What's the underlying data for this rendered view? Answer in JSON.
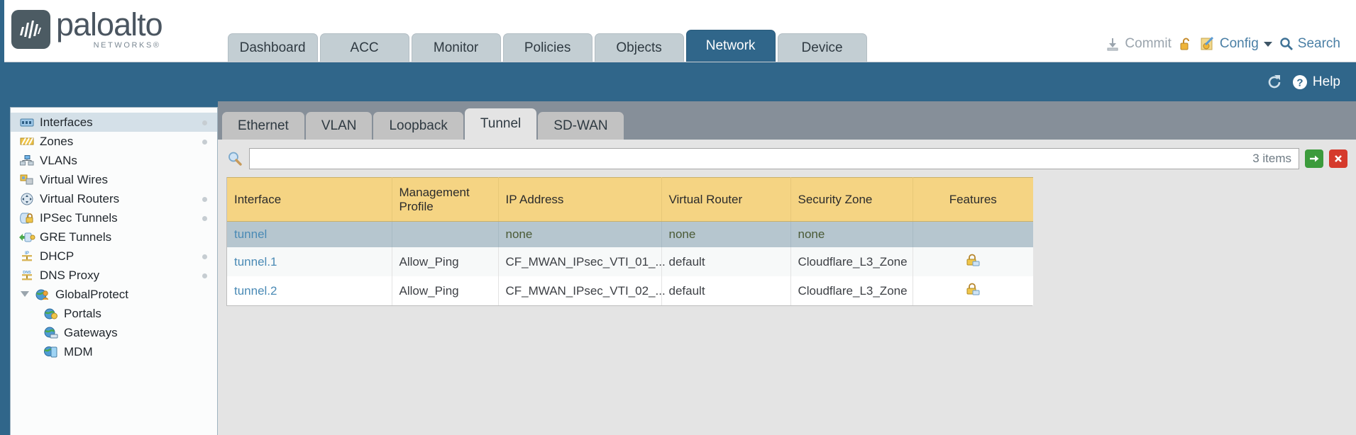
{
  "brand": {
    "word": "paloalto",
    "sub": "NETWORKS®"
  },
  "header": {
    "tabs": [
      {
        "label": "Dashboard",
        "active": false
      },
      {
        "label": "ACC",
        "active": false
      },
      {
        "label": "Monitor",
        "active": false
      },
      {
        "label": "Policies",
        "active": false
      },
      {
        "label": "Objects",
        "active": false
      },
      {
        "label": "Network",
        "active": true
      },
      {
        "label": "Device",
        "active": false
      }
    ],
    "commit_label": "Commit",
    "config_label": "Config",
    "search_label": "Search",
    "help_label": "Help"
  },
  "sidebar": {
    "items": [
      {
        "label": "Interfaces",
        "icon": "interfaces-icon",
        "selected": true,
        "dot": true,
        "child": false,
        "caret": false
      },
      {
        "label": "Zones",
        "icon": "zones-icon",
        "selected": false,
        "dot": true,
        "child": false,
        "caret": false
      },
      {
        "label": "VLANs",
        "icon": "vlans-icon",
        "selected": false,
        "dot": false,
        "child": false,
        "caret": false
      },
      {
        "label": "Virtual Wires",
        "icon": "virtual-wires-icon",
        "selected": false,
        "dot": false,
        "child": false,
        "caret": false
      },
      {
        "label": "Virtual Routers",
        "icon": "virtual-routers-icon",
        "selected": false,
        "dot": true,
        "child": false,
        "caret": false
      },
      {
        "label": "IPSec Tunnels",
        "icon": "ipsec-tunnels-icon",
        "selected": false,
        "dot": true,
        "child": false,
        "caret": false
      },
      {
        "label": "GRE Tunnels",
        "icon": "gre-tunnels-icon",
        "selected": false,
        "dot": false,
        "child": false,
        "caret": false
      },
      {
        "label": "DHCP",
        "icon": "dhcp-icon",
        "selected": false,
        "dot": true,
        "child": false,
        "caret": false
      },
      {
        "label": "DNS Proxy",
        "icon": "dns-proxy-icon",
        "selected": false,
        "dot": true,
        "child": false,
        "caret": false
      },
      {
        "label": "GlobalProtect",
        "icon": "globalprotect-icon",
        "selected": false,
        "dot": false,
        "child": false,
        "caret": true
      },
      {
        "label": "Portals",
        "icon": "portals-icon",
        "selected": false,
        "dot": false,
        "child": true,
        "caret": false
      },
      {
        "label": "Gateways",
        "icon": "gateways-icon",
        "selected": false,
        "dot": false,
        "child": true,
        "caret": false
      },
      {
        "label": "MDM",
        "icon": "mdm-icon",
        "selected": false,
        "dot": false,
        "child": true,
        "caret": false
      }
    ]
  },
  "content": {
    "subtabs": [
      {
        "label": "Ethernet",
        "active": false
      },
      {
        "label": "VLAN",
        "active": false
      },
      {
        "label": "Loopback",
        "active": false
      },
      {
        "label": "Tunnel",
        "active": true
      },
      {
        "label": "SD-WAN",
        "active": false
      }
    ],
    "search": {
      "value": "",
      "placeholder": "",
      "items_count": "3 items",
      "apply_icon": "arrow-right-icon",
      "clear_icon": "close-x-icon",
      "magnifier_icon": "magnifier-icon"
    },
    "table": {
      "columns": [
        "Interface",
        "Management Profile",
        "IP Address",
        "Virtual Router",
        "Security Zone",
        "Features"
      ],
      "rows": [
        {
          "style": "sel",
          "interface": "tunnel",
          "management_profile": "",
          "ip_address": "none",
          "virtual_router": "none",
          "security_zone": "none",
          "features": ""
        },
        {
          "style": "alt",
          "interface": "tunnel.1",
          "management_profile": "Allow_Ping",
          "ip_address": "CF_MWAN_IPsec_VTI_01_...",
          "virtual_router": "default",
          "security_zone": "Cloudflare_L3_Zone",
          "features": "lock-icon"
        },
        {
          "style": "plain",
          "interface": "tunnel.2",
          "management_profile": "Allow_Ping",
          "ip_address": "CF_MWAN_IPsec_VTI_02_...",
          "virtual_router": "default",
          "security_zone": "Cloudflare_L3_Zone",
          "features": "lock-icon"
        }
      ]
    }
  },
  "colors": {
    "brand_blue": "#30668a",
    "header_yellow": "#f5d483",
    "selected_row": "#b6c6cf",
    "link_blue": "#4a8ab5"
  }
}
